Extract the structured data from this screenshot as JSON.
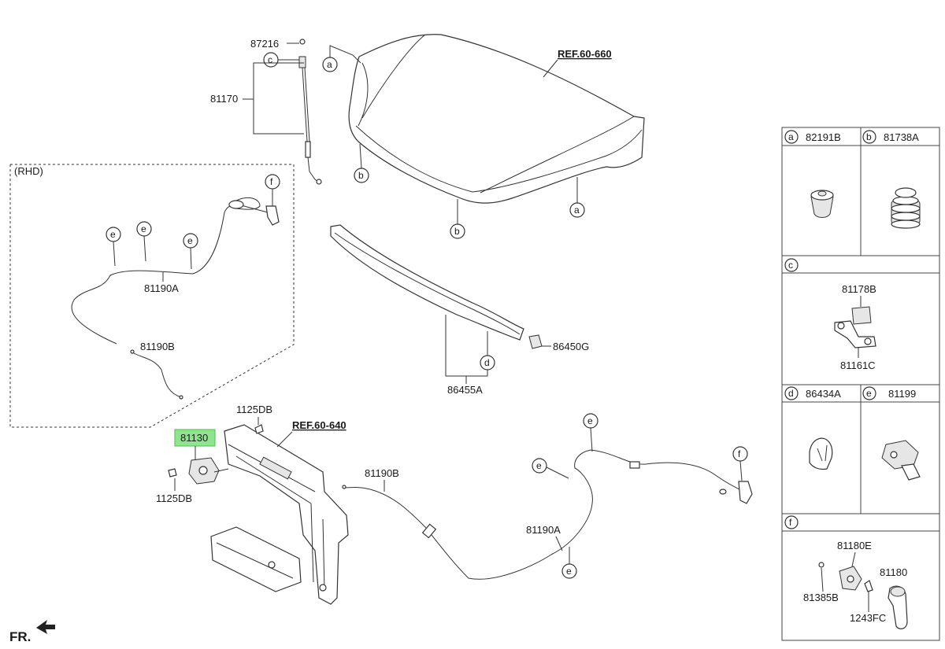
{
  "labels": {
    "p87216": "87216",
    "p81170": "81170",
    "rhd": "(RHD)",
    "p81190A_rhd": "81190A",
    "p81190B_rhd": "81190B",
    "ref_hood": "REF.60-660",
    "ref_panel": "REF.60-640",
    "p86450G": "86450G",
    "p86455A": "86455A",
    "p1125DB_top": "1125DB",
    "p1125DB_bot": "1125DB",
    "p81130": "81130",
    "p81190B": "81190B",
    "p81190A": "81190A",
    "fr": "FR."
  },
  "callouts": {
    "a": "a",
    "b": "b",
    "c": "c",
    "d": "d",
    "e": "e",
    "f": "f"
  },
  "legend": {
    "a": {
      "letter": "a",
      "part": "82191B"
    },
    "b": {
      "letter": "b",
      "part": "81738A"
    },
    "c": {
      "letter": "c",
      "part_top": "81178B",
      "part_bottom": "81161C"
    },
    "d": {
      "letter": "d",
      "part": "86434A"
    },
    "e": {
      "letter": "e",
      "part": "81199"
    },
    "f": {
      "letter": "f",
      "part_top": "81180E",
      "part_right": "81180",
      "part_left": "81385B",
      "part_bottom": "1243FC"
    }
  },
  "colors": {
    "highlight": "#8fe48f",
    "line": "#333333"
  }
}
